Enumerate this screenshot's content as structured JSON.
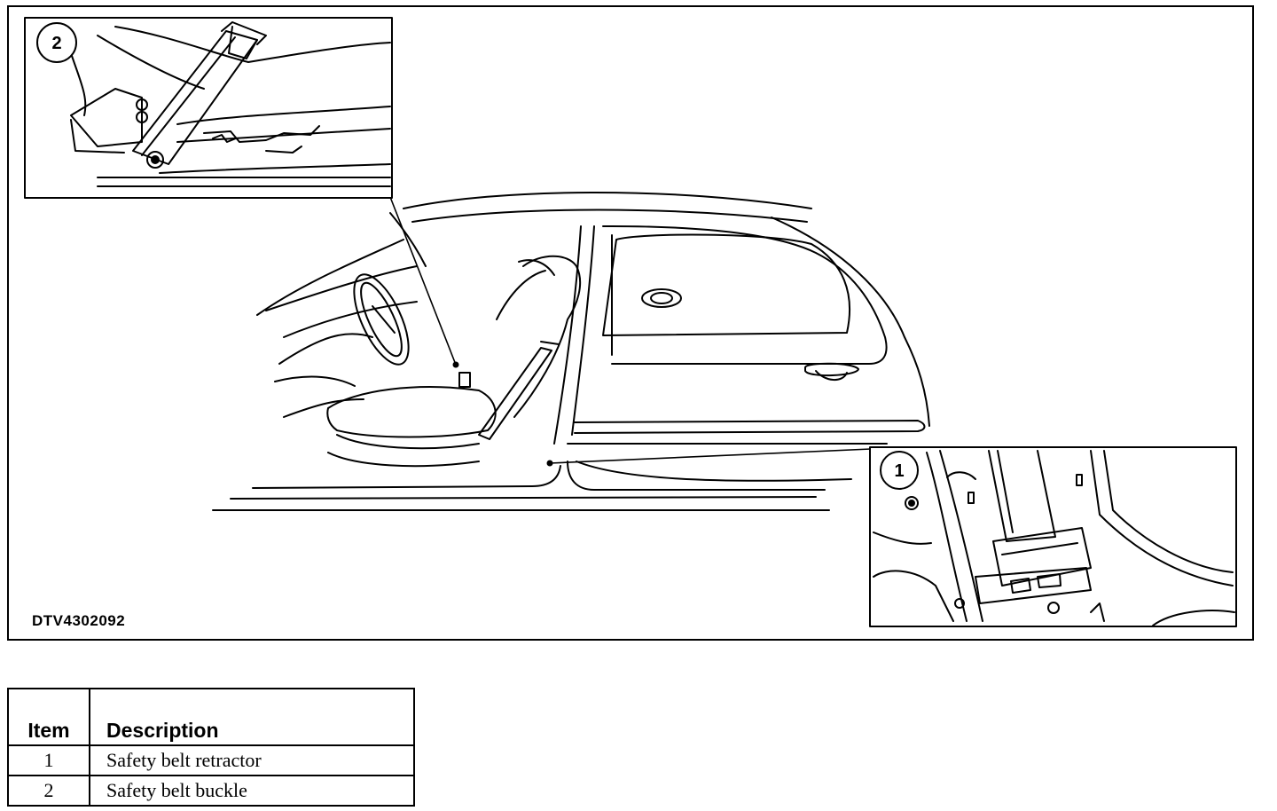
{
  "figure": {
    "id": "DTV4302092",
    "callouts": [
      {
        "number": "1"
      },
      {
        "number": "2"
      }
    ]
  },
  "legend": {
    "headers": {
      "item": "Item",
      "description": "Description"
    },
    "rows": [
      {
        "item": "1",
        "description": "Safety belt retractor"
      },
      {
        "item": "2",
        "description": "Safety belt buckle"
      }
    ]
  }
}
